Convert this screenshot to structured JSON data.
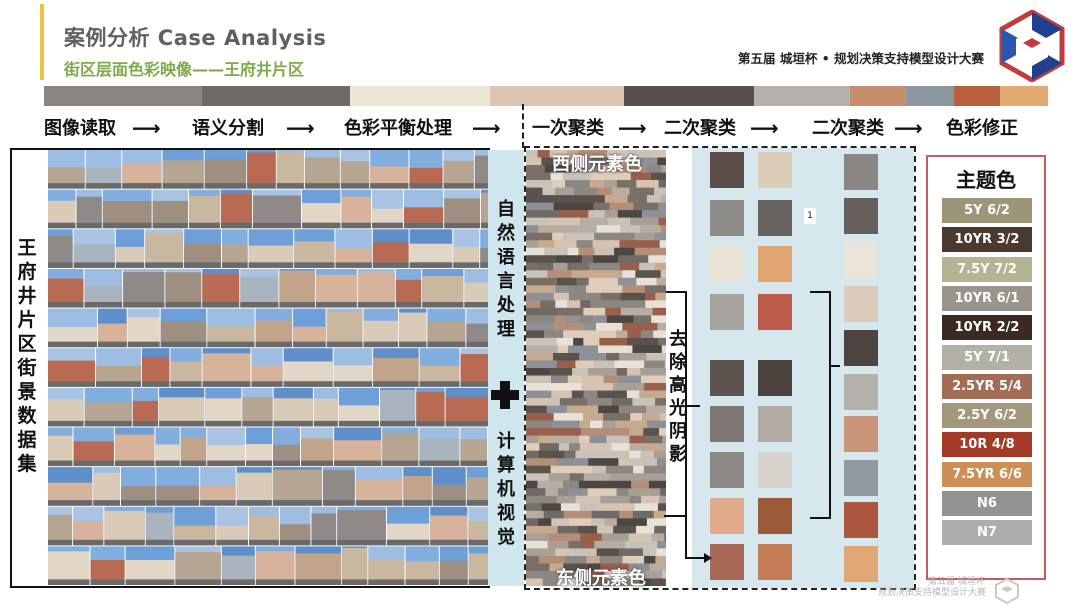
{
  "header": {
    "title": "案例分析 Case Analysis",
    "subtitle": "街区层面色彩映像——王府井片区",
    "competition": "第五届 城垣杯 • 规划决策支持模型设计大赛"
  },
  "colors": {
    "accent_bar": "#e8c83a",
    "subtitle_green": "#7fa94a",
    "theme_border": "#c85a5a",
    "panel_blue": "#d6e7ee"
  },
  "strip": [
    "#8a8782",
    "#6e6b66",
    "#ece6d7",
    "#dcc6b3",
    "#55504d",
    "#b5b1ab",
    "#c88d6d",
    "#8c97a0",
    "#b8603f",
    "#e3aa73"
  ],
  "process": {
    "steps": [
      "图像读取",
      "语义分割",
      "色彩平衡处理",
      "一次聚类",
      "二次聚类",
      "二次聚类",
      "色彩修正"
    ]
  },
  "dataset": {
    "label": "王府井片区街景数据集"
  },
  "methods": {
    "top": "自然语言处理",
    "bottom": "计算机视觉"
  },
  "cluster": {
    "west_label": "西侧元素色",
    "east_label": "东侧元素色",
    "highlight_label": "去除高光阴影",
    "tag": "1",
    "col1": [
      "#5a4c47",
      "#8e8c88",
      "#eae2d4",
      "#a7a4a0",
      "#5f5350",
      "#7e7774",
      "#8c8986",
      "#e0ab8d",
      "#a86a58"
    ],
    "col2": [
      "#dccdb9",
      "#67635e",
      "#e2a672",
      "#bd5b4a",
      "#4b423e",
      "#b3aaa4",
      "#d8d2cc",
      "#9b5b38",
      "#c47c57"
    ],
    "col3": [
      "#8a8683",
      "#66605c",
      "#ebe4d8",
      "#dccbba",
      "#4c4440",
      "#b5b2ac",
      "#c8957a",
      "#8e99a2",
      "#ab563f",
      "#e1a877"
    ]
  },
  "theme": {
    "title": "主题色",
    "items": [
      {
        "label": "5Y 6/2",
        "color": "#9c9578"
      },
      {
        "label": "10YR 3/2",
        "color": "#4b3b2f"
      },
      {
        "label": "7.5Y 7/2",
        "color": "#b6b294"
      },
      {
        "label": "10YR 6/1",
        "color": "#9b948c"
      },
      {
        "label": "10YR 2/2",
        "color": "#3a2a22"
      },
      {
        "label": "5Y 7/1",
        "color": "#b3b1a6"
      },
      {
        "label": "2.5YR 5/4",
        "color": "#a26d57"
      },
      {
        "label": "2.5Y 6/2",
        "color": "#a4977d"
      },
      {
        "label": "10R 4/8",
        "color": "#a23a25"
      },
      {
        "label": "7.5YR 6/6",
        "color": "#cc8f55"
      },
      {
        "label": "N6",
        "color": "#939393"
      },
      {
        "label": "N7",
        "color": "#adadad"
      }
    ]
  },
  "footer": {
    "line1": "第五届 城垣杯",
    "line2": "规划决策支持模型设计大赛"
  }
}
